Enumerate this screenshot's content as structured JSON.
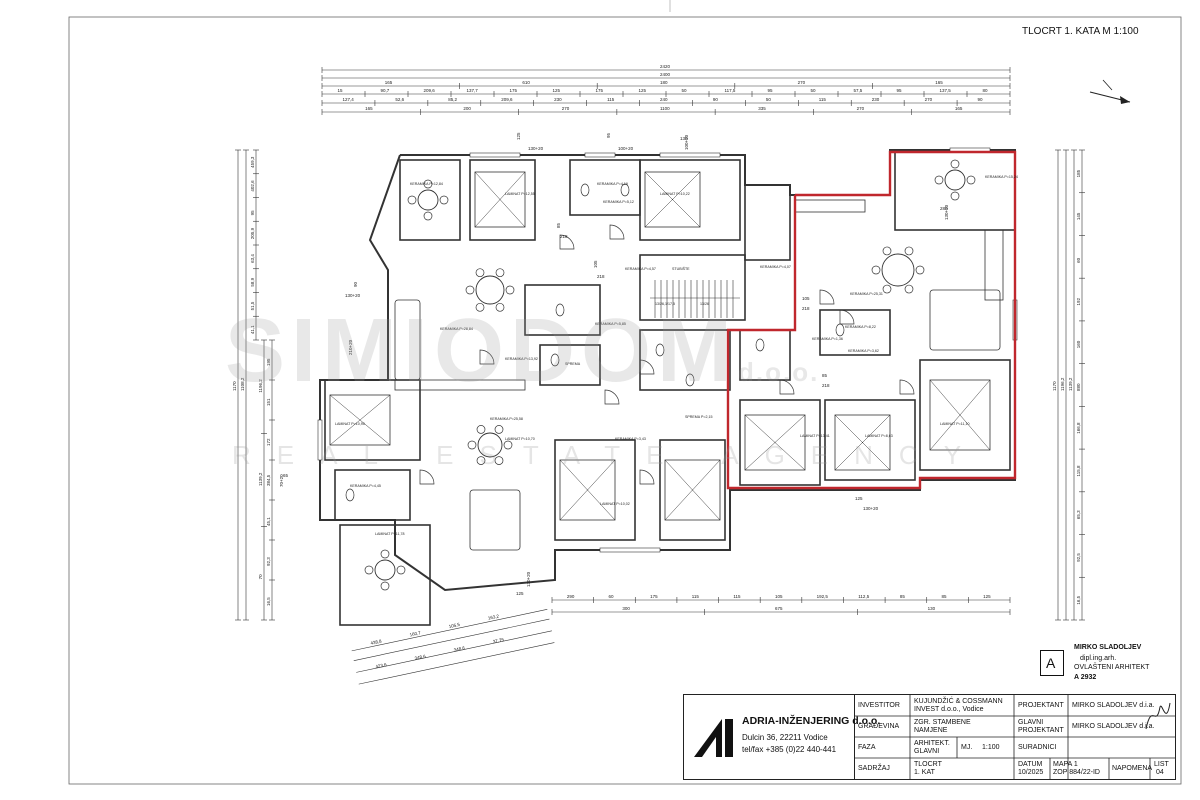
{
  "sheet": {
    "title": "TLOCRT 1. KATA  M 1:100"
  },
  "watermark": {
    "main": "SIMIODOM",
    "suffix": "d.o.o.",
    "tagline": "REAL ESTATE AGENCY"
  },
  "plan": {
    "accent_color": "#c0272d",
    "line_color": "#333333",
    "top_dims": {
      "overall": [
        "2420",
        "2400"
      ],
      "row1": [
        "165",
        "610",
        "180",
        "270",
        "165"
      ],
      "row2": [
        "15",
        "90,7",
        "209,6",
        "137,7",
        "175",
        "125",
        "175",
        "125",
        "50",
        "117,5",
        "95",
        "50",
        "57,5",
        "95",
        "137,5",
        "80"
      ],
      "row3": [
        "127,4",
        "52,6",
        "85,2",
        "209,6",
        "230",
        "115",
        "240",
        "90",
        "50",
        "115",
        "230",
        "270",
        "90"
      ],
      "row4": [
        "165",
        "200",
        "270",
        "1100",
        "335",
        "270",
        "165"
      ]
    },
    "bottom_dims": {
      "row1": [
        "290",
        "60",
        "175",
        "115",
        "115",
        "105",
        "192,5",
        "112,5",
        "85",
        "85",
        "125"
      ],
      "row2": [
        "300",
        "675",
        "130"
      ]
    },
    "diagonal_dims": [
      "438,8",
      "160,7",
      "105,5",
      "163,2",
      "423,6",
      "348,6",
      "348,6",
      "37,75"
    ],
    "left_dims": [
      "1170",
      "1108,2",
      "459,3",
      "402,6",
      "95",
      "205,9",
      "63,4",
      "58,9",
      "51,5",
      "41,1",
      "1196,2",
      "1139,2",
      "70",
      "195",
      "151",
      "172",
      "384,5",
      "45,1",
      "92,3",
      "16,5"
    ],
    "right_dims": [
      "1170",
      "1196,2",
      "1139,2",
      "185",
      "145",
      "60",
      "192",
      "160",
      "880",
      "166,8",
      "115,8",
      "65,3",
      "92,5",
      "16,5"
    ],
    "openings": [
      "125",
      "130+20",
      "95",
      "100+20",
      "85",
      "218",
      "105",
      "218",
      "90",
      "130+20",
      "210+20",
      "65",
      "70+20",
      "125",
      "130+20",
      "130",
      "100+20",
      "280",
      "130+20",
      "125",
      "130+20",
      "105",
      "218",
      "85",
      "218"
    ],
    "rooms": [
      "KERAMIKA P=12,84",
      "LAMINAT P=12,55",
      "KERAMIKA P=4,19",
      "KERAMIKA P=5,12",
      "LAMINAT P=10,22",
      "KERAMIKA P=4,57",
      "KERAMIKA P=4,07",
      "KERAMIKA P=15,24",
      "KERAMIKA P=25,31",
      "KERAMIKA P=28,84",
      "KERAMIKA P=5,85",
      "KERAMIKA P=8,22",
      "KERAMIKA P=1,36",
      "KERAMIKA P=3,62",
      "LAMINAT P=13,41",
      "LAMINAT P=10,70",
      "LAMINAT P=8,63",
      "LAMINAT P=10,95",
      "LAMINAT P=11,10",
      "KERAMIKA P=25,58",
      "KERAMIKA P=3,43",
      "KERAMIKA P=13,92",
      "SPREMA",
      "SPREMA P=2,15",
      "LAMINAT P=10,02",
      "KERAMIKA P=4,45",
      "LAMINAT P=11,78"
    ],
    "stair_labels": [
      "STUBIŠTE",
      "13/26,1/17,5",
      "13/26"
    ]
  },
  "stamp": {
    "name": "MIRKO SLADOLJEV",
    "degree": "dipl.ing.arh.",
    "role": "OVLAŠTENI ARHITEKT",
    "number": "A 2932",
    "letter": "A"
  },
  "title_block": {
    "company": "ADRIA-INŽENJERING d.o.o.",
    "address": "Dulcin 36,  22211 Vodice",
    "tel": "tel/fax +385 (0)22 440-441",
    "investitor_label": "INVESTITOR",
    "investitor_value_1": "KUJUNDŽIĆ & COSSMANN",
    "investitor_value_2": "INVEST d.o.o., Vodice",
    "gradevina_label": "GRAĐEVINA",
    "gradevina_value_1": "ZGR. STAMBENE",
    "gradevina_value_2": "NAMJENE",
    "faza_label": "FAZA",
    "faza_value_1": "ARHITEKT.",
    "faza_value_2": "GLAVNI",
    "mj_label": "MJ.",
    "mj_value": "1:100",
    "sadrzaj_label": "SADRŽAJ",
    "sadrzaj_value_1": "TLOCRT",
    "sadrzaj_value_2": "1. KAT",
    "projektant_label": "PROJEKTANT",
    "projektant_value": "MIRKO SLADOLJEV d.i.a.",
    "glavni_label_1": "GLAVNI",
    "glavni_label_2": "PROJEKTANT",
    "glavni_value": "MIRKO SLADOLJEV d.i.a.",
    "suradnici_label": "SURADNICI",
    "datum_label": "DATUM",
    "datum_value": "10/2025",
    "mapa_label": "MAPA 1",
    "mapa_value": "ZOP 884/22-ID",
    "napomena_label": "NAPOMENA",
    "list_label": "LIST",
    "list_value": "04"
  }
}
